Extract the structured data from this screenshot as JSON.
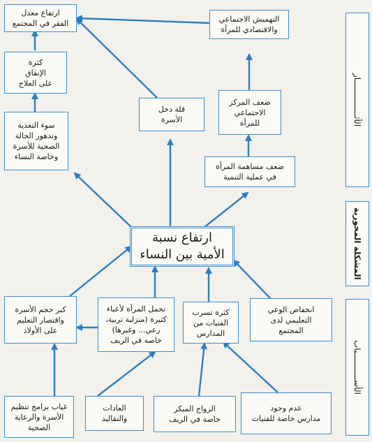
{
  "center": "ارتفاع نسبة\nالأمية بين النساء",
  "side_labels": {
    "effects": "الآثـــــــــــــــار",
    "core_problem": "المشكلة المحورية",
    "causes": "الأســـــــــــباب"
  },
  "effects": {
    "poverty_rise": "ارتفاع معدل\nالفقر في المجتمع",
    "marginalization": "التهميش الاجتماعي\nوالاقتصادي للمرأة",
    "treatment_costs": "كثرة\nالإنفاق\nعلى العلاج",
    "low_income": "قلة دخل\nالأسرة",
    "weak_status": "ضعف المركز\nالاجتماعي\nللمرأة",
    "malnutrition": "سوء التغذية\nوتدهور الحالة\nالصحية للأسرة\nوخاصة النساء",
    "weak_participation": "ضعف مساهمة المرأة\nفي عملية التنمية"
  },
  "causes": {
    "large_family": "كبر حجم الأسرة\nواقتصار التعليم\nعلى الأولاد",
    "woman_burdens": "تحمل المرأة لأعباء\nكثيرة (منزلية تربية،\nرعي... وغيرها)\nخاصة في الريف",
    "girls_dropout": "كثرة تسرب\nالفتيات من\nالمدارس",
    "low_awareness": "انخفاض الوعي\nالتعليمي لدى\nالمجتمع",
    "no_family_planning": "غياب برامج تنظيم\nالأسرة والرعاية\nالصحية",
    "customs": "العادات\nوالتقاليد",
    "early_marriage": "الزواج المبكر\nخاصة في الريف",
    "no_girls_schools": "عدم وجود\nمدارس خاصة للفتيات"
  },
  "colors": {
    "line": "#3a8fcf",
    "arrow": "#2b7fc2"
  }
}
